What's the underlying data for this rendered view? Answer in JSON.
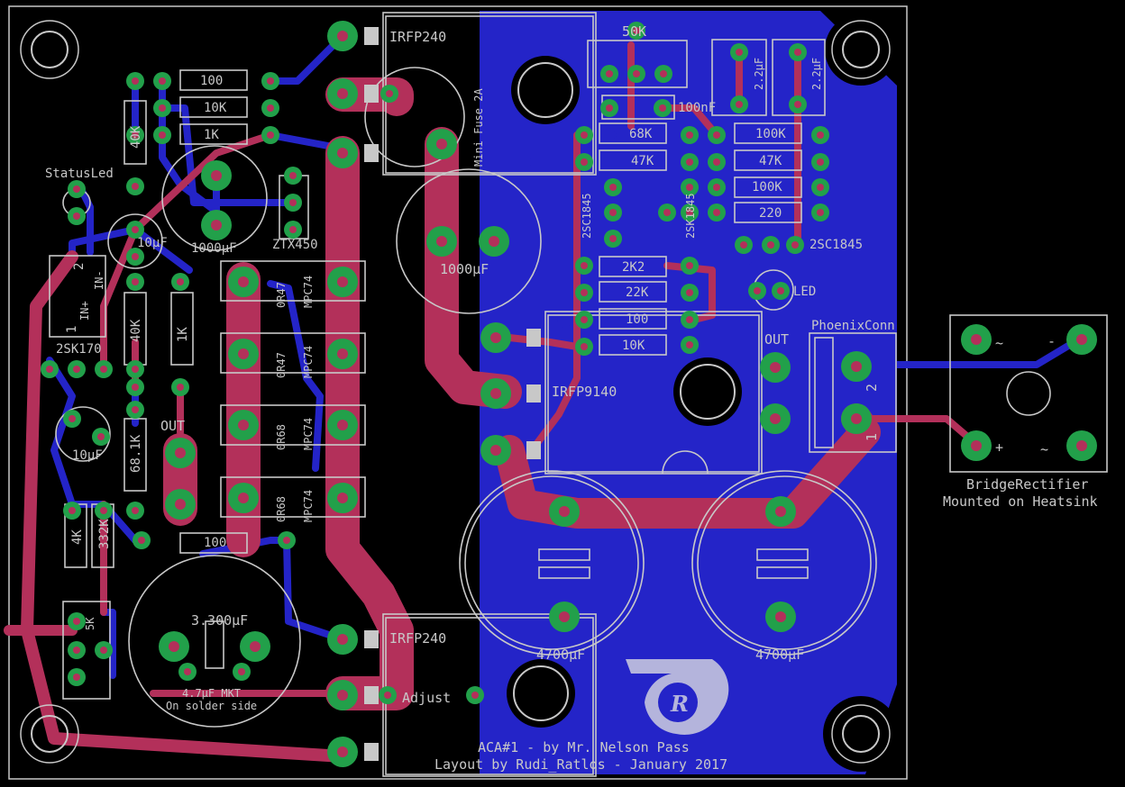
{
  "board": {
    "title_line1": "ACA#1 - by Mr. Nelson Pass",
    "title_line2": "Layout by Rudi_Ratlos - January 2017",
    "capacitor_note_line1": "4.7µF MKT",
    "capacitor_note_line2": "On solder side"
  },
  "rectifier": {
    "name": "BridgeRectifier",
    "mount_note": "Mounted on Heatsink"
  },
  "labels": {
    "irfp240_top": "IRFP240",
    "irfp240_bottom": "IRFP240",
    "irfp9140": "IRFP9140",
    "fuse": "Mini Fuse 2A",
    "pot": "50K",
    "cap_22_a": "2.2µF",
    "cap_22_b": "2.2µF",
    "status_led": "StatusLed",
    "r100_top": "100",
    "r10k_top": "10K",
    "r1k_top": "1K",
    "r40k": "40K",
    "cap_10uf_a": "10µF",
    "cap_1000_a": "1000µF",
    "ztx": "ZTX450",
    "cap_1000_b": "1000µF",
    "cap_100nf": "100nF",
    "r68k": "68K",
    "r47k_a": "47K",
    "r100k_a": "100K",
    "r47k_b": "47K",
    "r100k_b": "100K",
    "r220": "220",
    "q_2sc1845_a": "2SC1845",
    "q_2sk1845": "2SK1845",
    "q_2sc1845_b": "2SC1845",
    "r2k2": "2K2",
    "r22k": "22K",
    "r100_mid": "100",
    "r10k_mid": "10K",
    "led": "LED",
    "out_right": "OUT",
    "phoenix": "PhoenixConn",
    "r047_a": "0R47",
    "r047_b": "0R47",
    "r068_a": "0R68",
    "r068_b": "0R68",
    "mpc_a": "MPC74",
    "mpc_b": "MPC74",
    "mpc_c": "MPC74",
    "mpc_d": "MPC74",
    "jfet": "2SK170",
    "in_plus": "IN+",
    "in_minus": "IN-",
    "in_1": "1",
    "in_2": "2",
    "r40k_b": "40K",
    "r1k_b": "1K",
    "cap_10uf_b": "10µF",
    "r68_1k": "68.1K",
    "out_left": "OUT",
    "r4k": "4K",
    "r332k": "332K",
    "r100_low": "100",
    "pot_5k": "5K",
    "cap_3300": "3.300µF",
    "cap_4700_a": "4700µF",
    "cap_4700_b": "4700µF",
    "adjust": "Adjust",
    "rect_ac": "~",
    "rect_minus": "-",
    "rect_plus": "+",
    "rect_ac2": "~",
    "phoenix_1": "1",
    "phoenix_2": "2"
  },
  "colors": {
    "background": "#000000",
    "top_copper": "#b3305a",
    "bottom_copper": "#2424c8",
    "pad": "#22a04a",
    "silkscreen": "#c8c8c8"
  }
}
